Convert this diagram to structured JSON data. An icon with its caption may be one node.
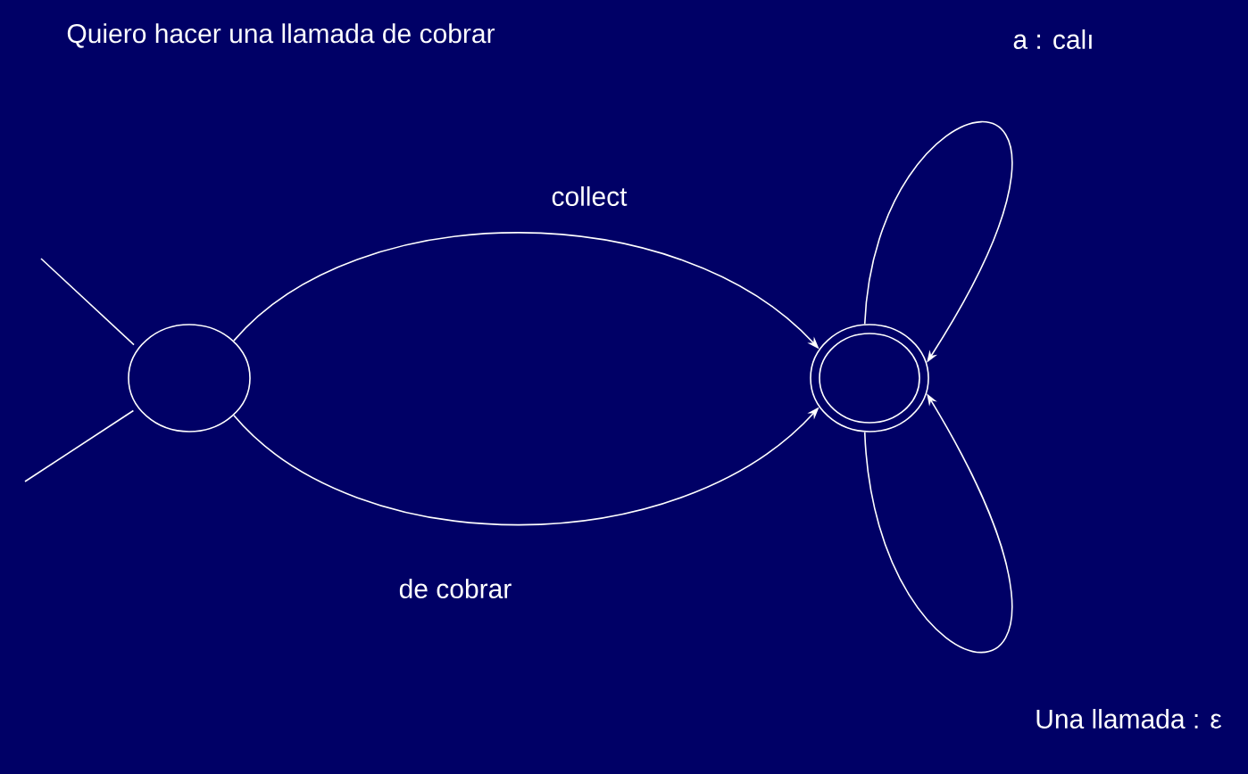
{
  "diagram": {
    "title": "Quiero hacer una llamada de cobrar",
    "nodes": [
      {
        "text": [],
        "shape": "circle"
      },
      {
        "text": [],
        "shape": "circle"
      }
    ],
    "edges": [
      {
        "from": null,
        "to": 0,
        "arrow": "none"
      },
      {
        "from": null,
        "to": 0,
        "arrow": "none"
      },
      {
        "from": 0,
        "to": 1,
        "arrow": "to",
        "label": "collect"
      },
      {
        "from": 0,
        "to": 1,
        "arrow": "to",
        "label": "de cobrar"
      },
      {
        "from": 1,
        "to": 1,
        "arrow": "to",
        "label": "a : calı"
      },
      {
        "from": 1,
        "to": 1,
        "arrow": "to",
        "label": "Una llamada : ε"
      }
    ]
  }
}
